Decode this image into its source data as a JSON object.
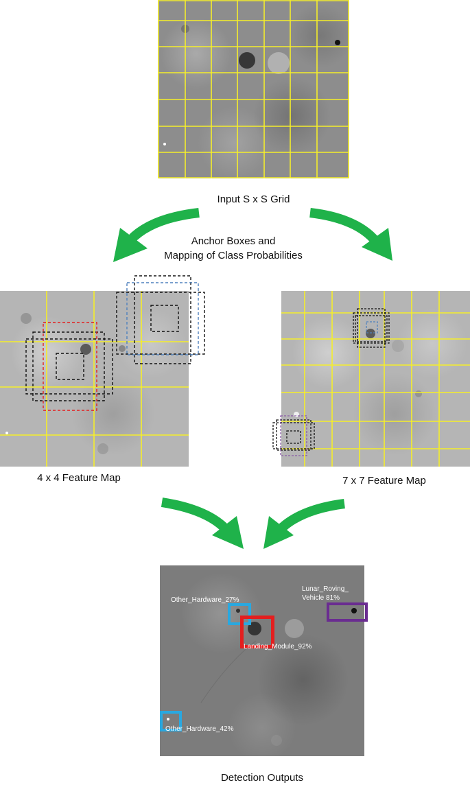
{
  "captions": {
    "input_grid": "Input S x S Grid",
    "anchor_line1": "Anchor Boxes and",
    "anchor_line2": "Mapping of Class Probabilities",
    "feature_map_4": "4 x 4 Feature Map",
    "feature_map_7": "7 x 7 Feature Map",
    "detection_outputs": "Detection Outputs"
  },
  "detections": [
    {
      "label": "Other_Hardware_27%",
      "color": "#29a8e0"
    },
    {
      "label": "Lunar_Roving_",
      "label2": "Vehicle 81%",
      "color": "#6a2c91"
    },
    {
      "label": "Landing_Module_92%",
      "color": "#e41e1e"
    },
    {
      "label": "Other_Hardware_42%",
      "color": "#29a8e0"
    }
  ],
  "colors": {
    "grid": "#f5ee2a",
    "arrow": "#1fb24a",
    "anchor_black": "#111111",
    "anchor_blue": "#4f81bd",
    "anchor_red": "#e41e1e",
    "anchor_purple": "#8a5aa8"
  }
}
